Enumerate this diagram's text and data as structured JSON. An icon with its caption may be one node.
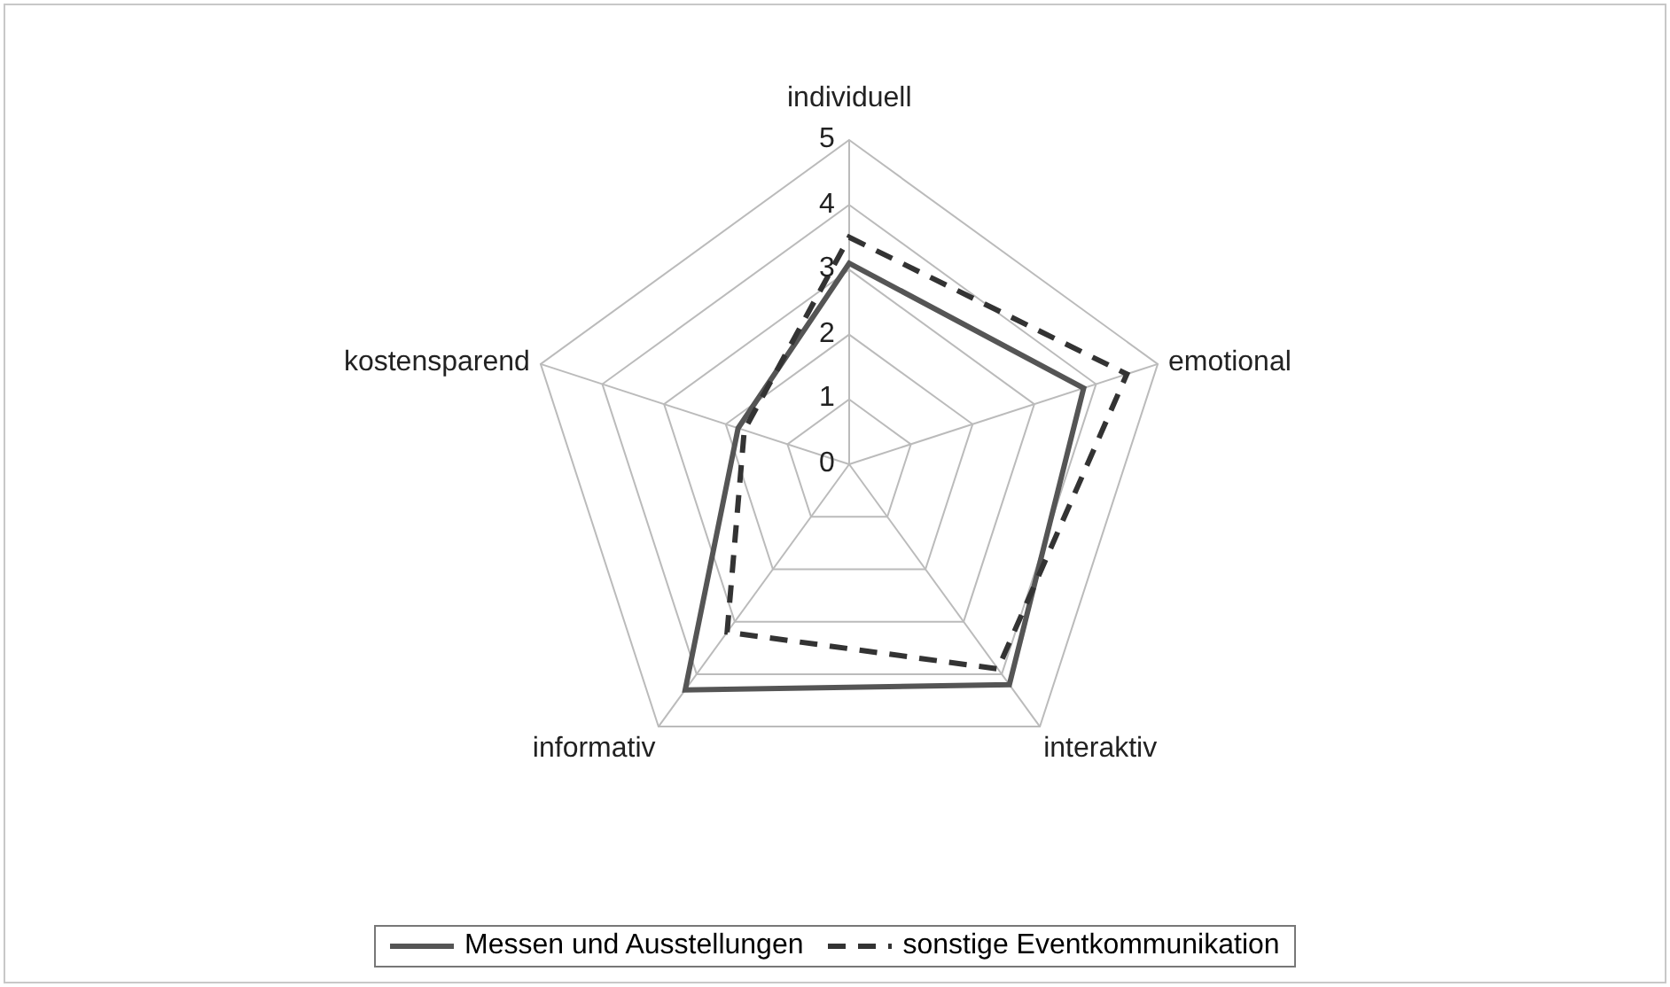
{
  "diagram": {
    "chart_data": {
      "type": "radar",
      "categories": [
        "individuell",
        "emotional",
        "interaktiv",
        "informativ",
        "kostensparend"
      ],
      "legend": "bottom",
      "ylim": [
        0,
        5
      ],
      "yticks": [
        0,
        1,
        2,
        3,
        4,
        5
      ],
      "series": [
        {
          "name": "Messen und Ausstellungen",
          "color": "#555555",
          "values": [
            3.1,
            3.8,
            4.2,
            4.3,
            1.8
          ]
        },
        {
          "name": "sonstige Eventkommunikation",
          "color": "#333333",
          "values": [
            3.5,
            4.5,
            3.9,
            3.2,
            1.7
          ]
        }
      ]
    }
  }
}
